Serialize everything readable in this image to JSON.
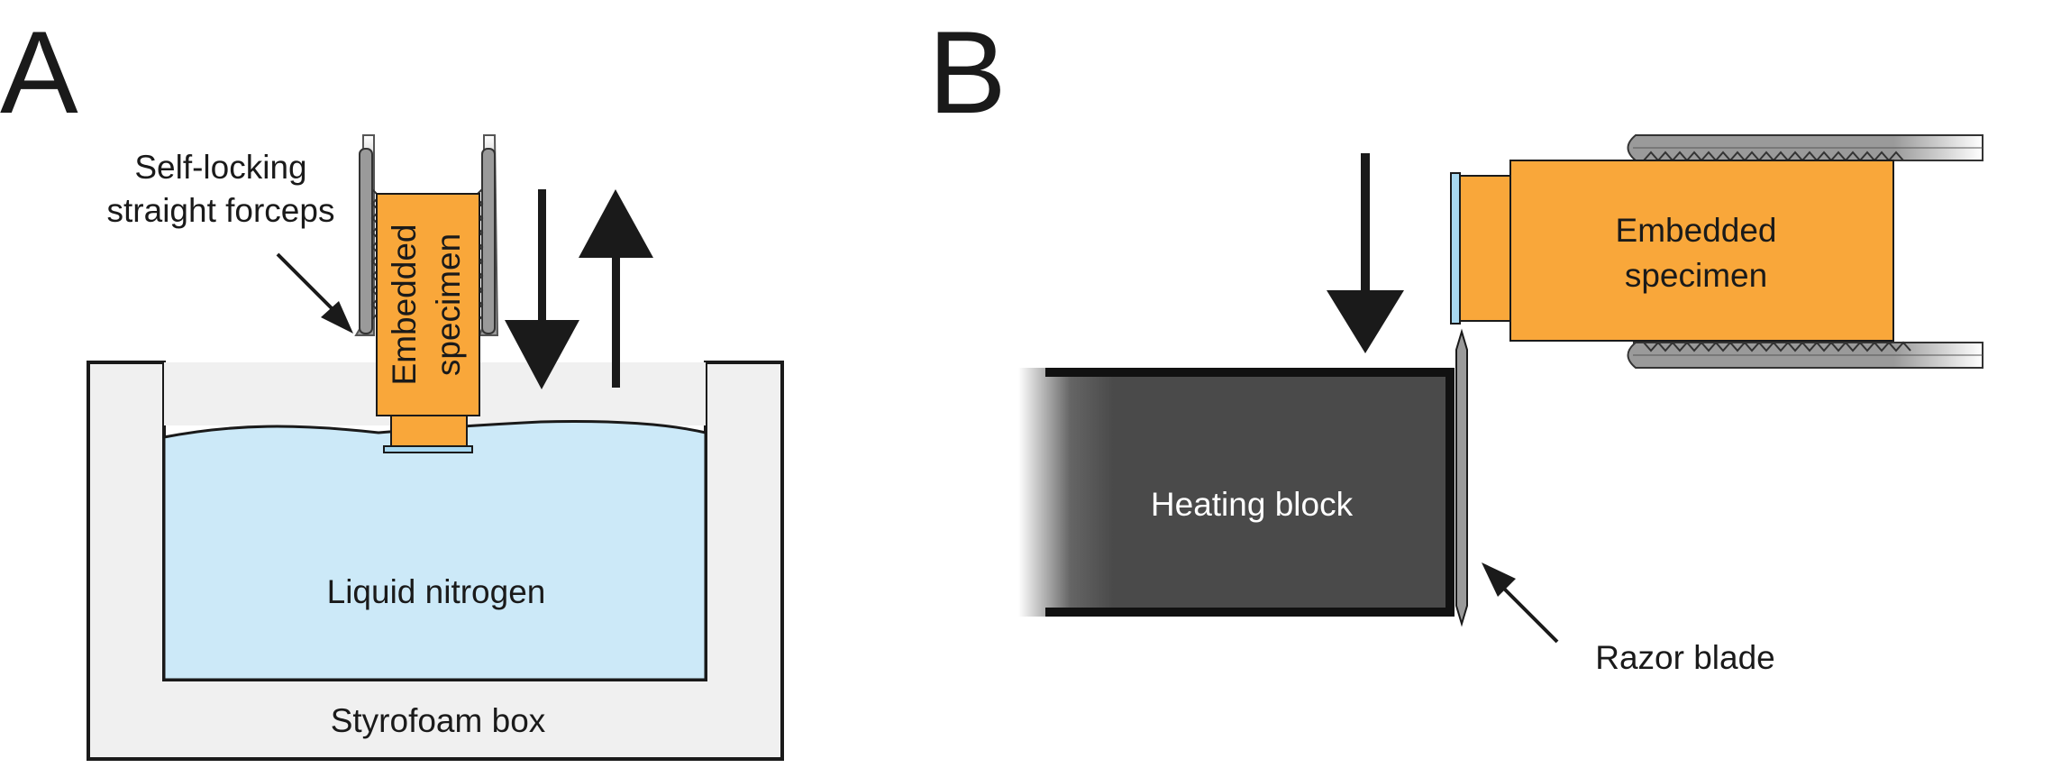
{
  "panels": {
    "a": {
      "letter": "A",
      "forceps_label_line1": "Self-locking",
      "forceps_label_line2": "straight forceps",
      "specimen_line1": "Embedded",
      "specimen_line2": "specimen",
      "liquid_label": "Liquid nitrogen",
      "box_label": "Styrofoam box"
    },
    "b": {
      "letter": "B",
      "specimen_line1": "Embedded",
      "specimen_line2": "specimen",
      "heating_label": "Heating block",
      "razor_label": "Razor blade"
    }
  },
  "colors": {
    "specimen_fill": "#f9a73a",
    "liquid_fill": "#cce9f8",
    "box_fill": "#f0f0f0",
    "heating_block_fill": "#4a4a4a",
    "forceps_fill": "#9a9a9a",
    "arrow_fill": "#1a1a1a",
    "grid_tab_fill": "#a8d8f0"
  }
}
